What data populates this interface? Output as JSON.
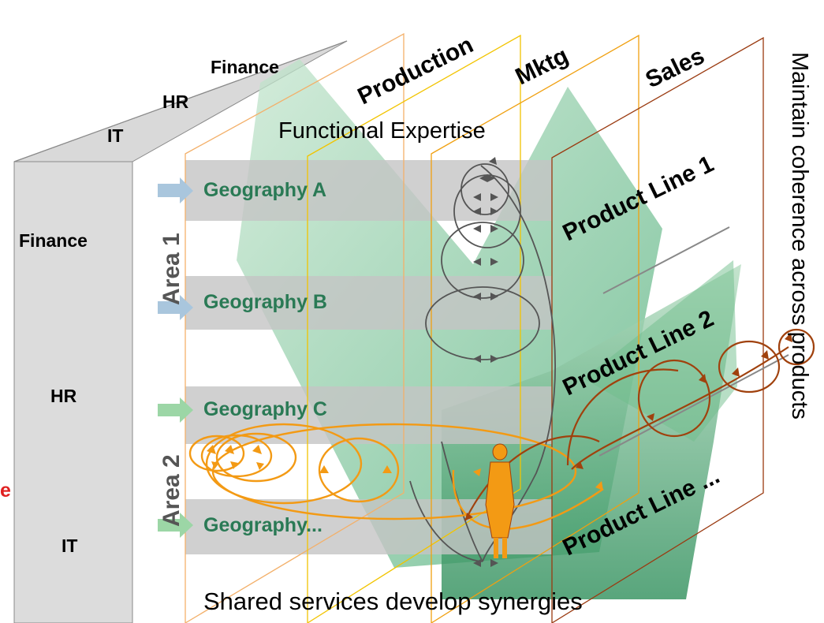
{
  "left_panel": {
    "top_labels": [
      "Finance",
      "HR",
      "IT"
    ],
    "side_labels": [
      "Finance",
      "HR",
      "IT"
    ],
    "edge_text": "e"
  },
  "functions": [
    "Production",
    "Mktg",
    "Sales"
  ],
  "functional_expertise": "Functional Expertise",
  "areas": [
    "Area 1",
    "Area 2"
  ],
  "geographies": [
    "Geography A",
    "Geography B",
    "Geography C",
    "Geography..."
  ],
  "product_lines": [
    "Product Line 1",
    "Product Line 2",
    "Product Line ..."
  ],
  "coherence": "Maintain coherence across products",
  "shared_services": "Shared services develop synergies",
  "colors": {
    "green_band": "#8fcaa3",
    "green_dark": "#2e8a57",
    "geo_band": "#cfcfcf",
    "geo_text": "#2a7a55",
    "orange": "#f39a14",
    "brown": "#a0410d",
    "dark_loop": "#444444",
    "panel_gray": "#dedede",
    "edge_red": "#e02020"
  }
}
